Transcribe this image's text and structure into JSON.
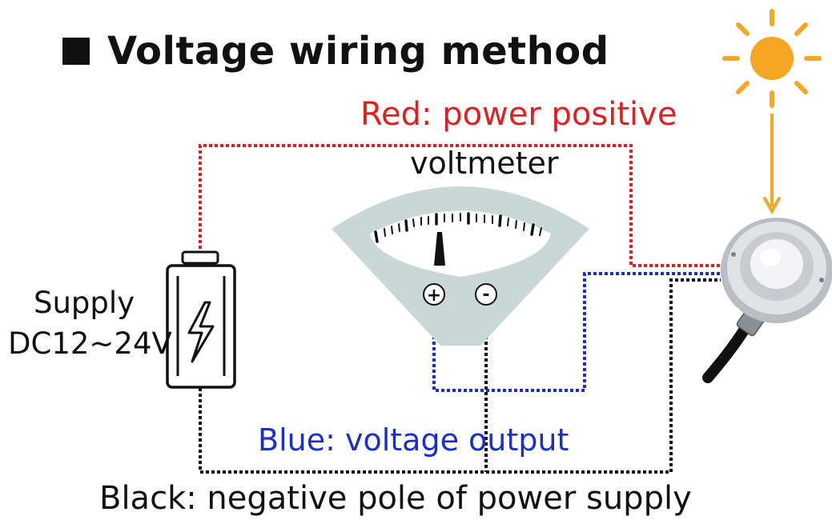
{
  "title": "Voltage wiring method",
  "labels": {
    "red_wire": "Red: power positive",
    "voltmeter": "voltmeter",
    "supply_line1": "Supply",
    "supply_line2": "DC12~24V",
    "blue_wire": "Blue: voltage output",
    "black_wire": "Black: negative pole of power supply"
  },
  "terminals": {
    "positive": "+",
    "negative": "-"
  },
  "colors": {
    "red_wire": "#e02020",
    "blue_wire": "#1a2fc9",
    "black_wire": "#111111",
    "sun": "#f5a623",
    "meter_face": "#c8d6d6",
    "battery_outline": "#111111"
  },
  "icons": [
    "title-square-icon",
    "sun-icon",
    "battery-icon",
    "lightning-icon",
    "voltmeter-icon",
    "light-sensor-icon"
  ]
}
